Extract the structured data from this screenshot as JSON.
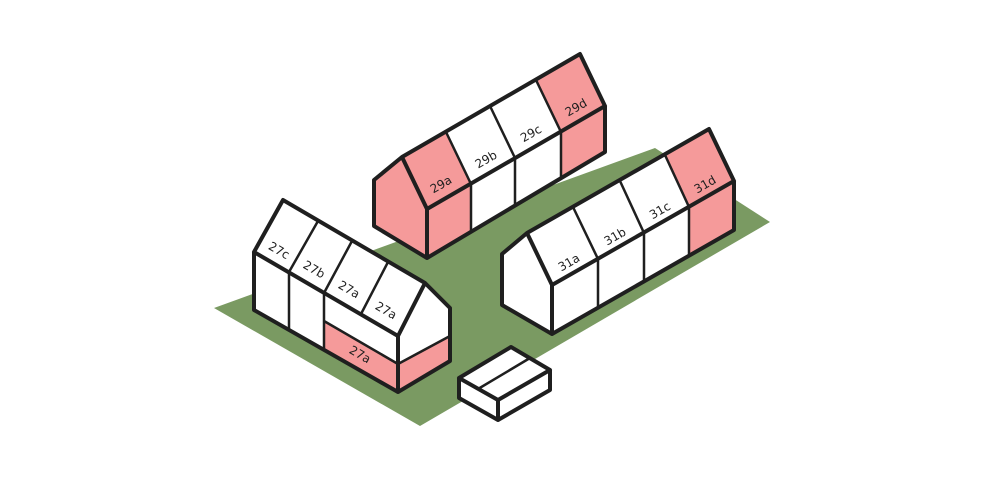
{
  "colors": {
    "ground": "#7a9a62",
    "highlight": "#f59a9a",
    "wall": "#ffffff",
    "line": "#1f1f1f"
  },
  "units": {
    "u27c": "27c",
    "u27b": "27b",
    "u27a_upper1": "27a",
    "u27a_upper2": "27a",
    "u27a_ground": "27a",
    "u29a": "29a",
    "u29b": "29b",
    "u29c": "29c",
    "u29d": "29d",
    "u31a": "31a",
    "u31b": "31b",
    "u31c": "31c",
    "u31d": "31d"
  }
}
